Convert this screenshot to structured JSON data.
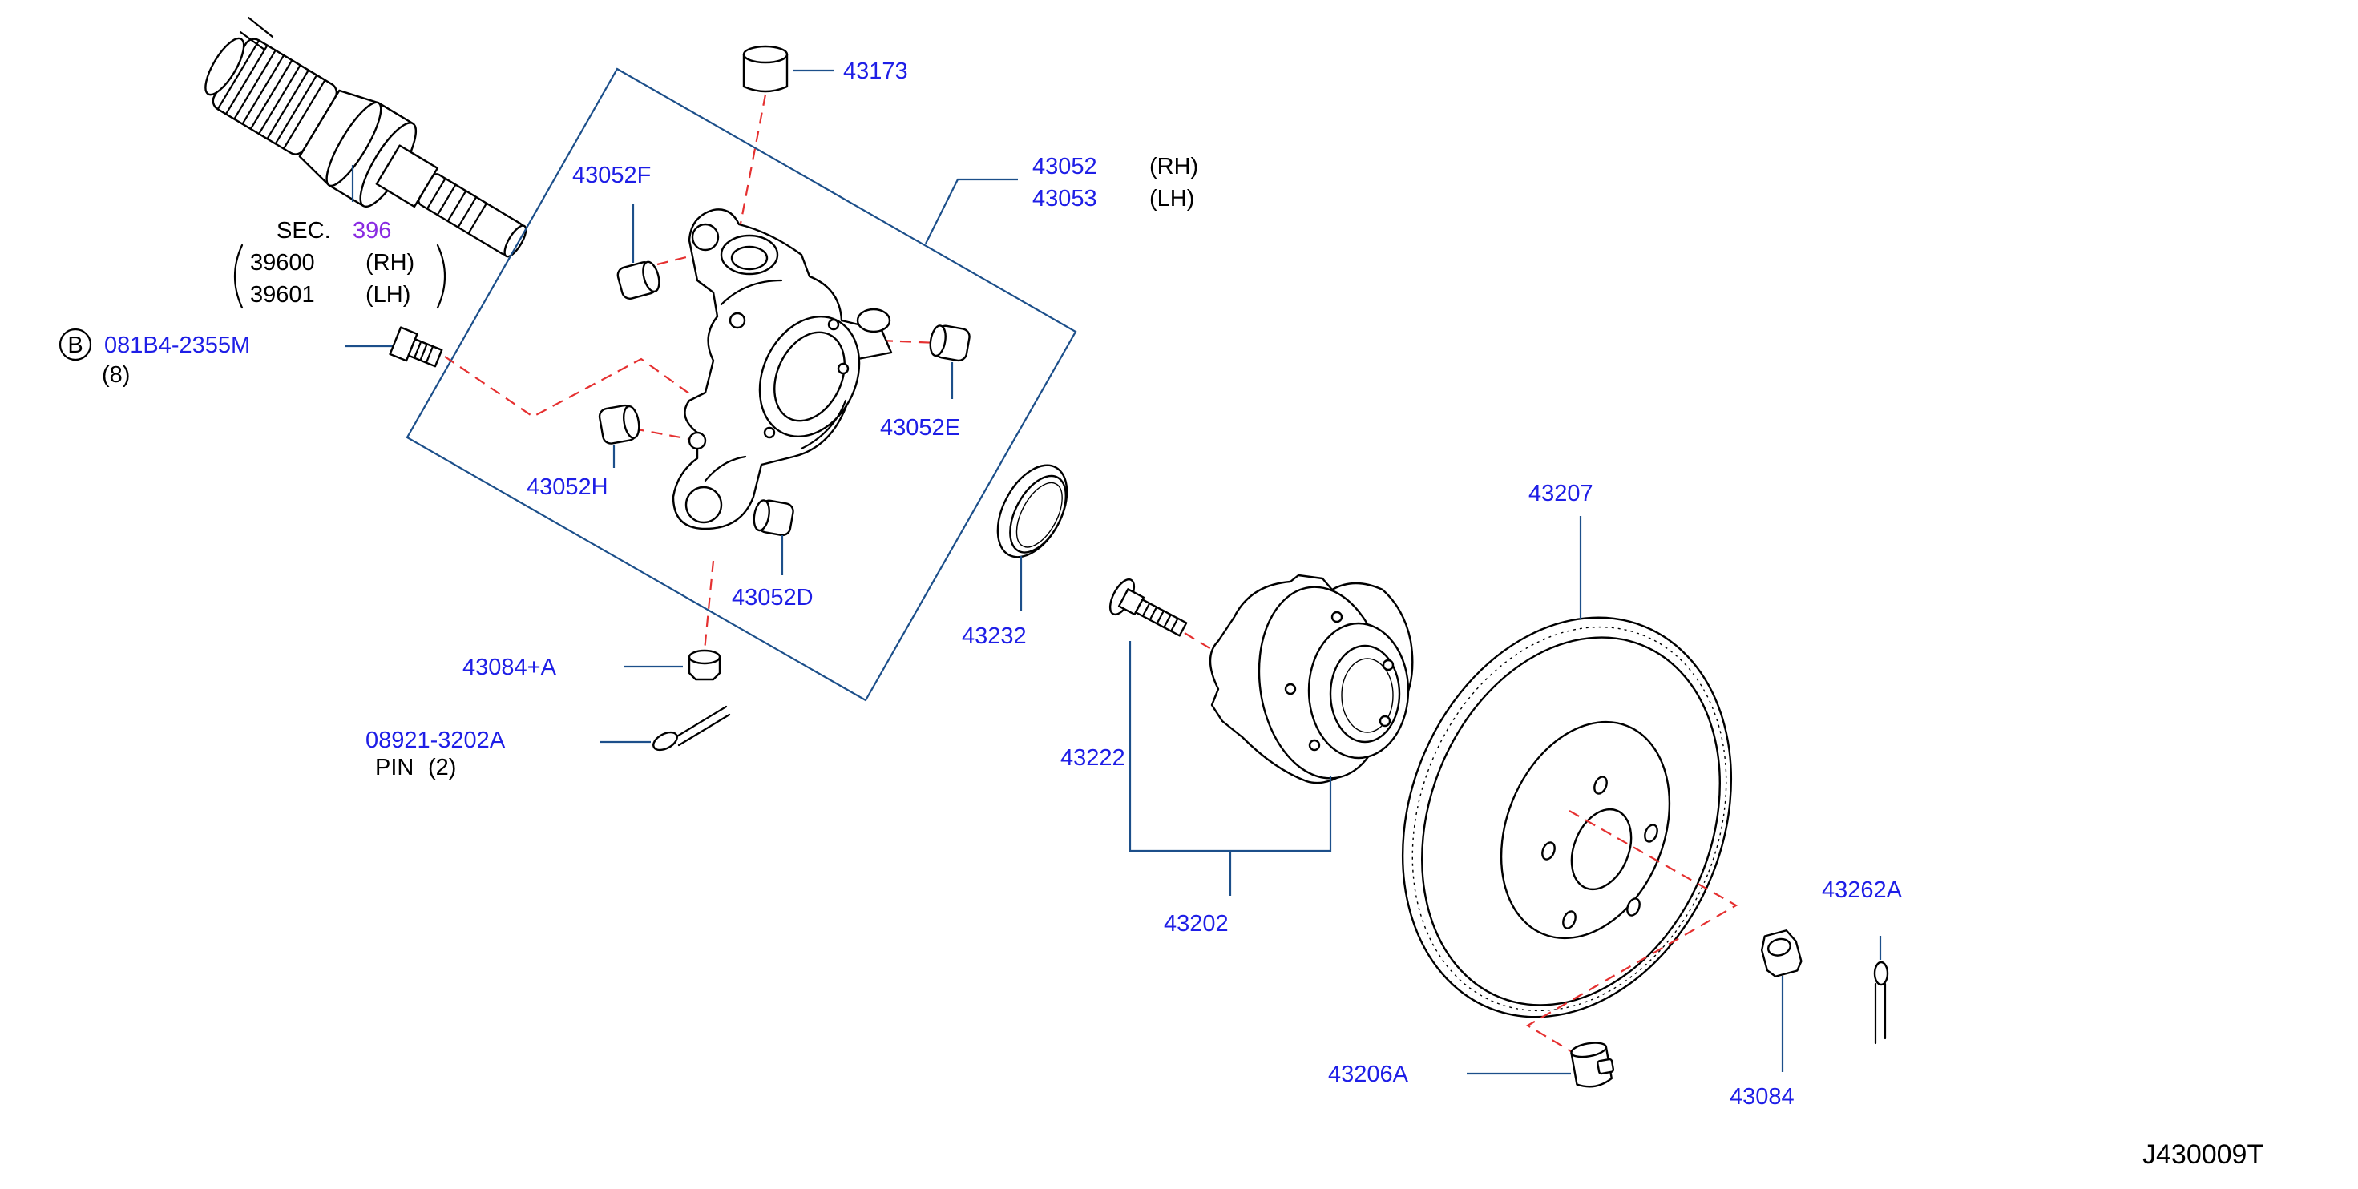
{
  "diagram_id": "J430009T",
  "section_ref": {
    "prefix": "SEC.",
    "number": "396"
  },
  "parts": {
    "driveshaft": [
      {
        "num": "39600",
        "side": "(RH)"
      },
      {
        "num": "39601",
        "side": "(LH)"
      }
    ],
    "knuckle": [
      {
        "num": "43052",
        "side": "(RH)"
      },
      {
        "num": "43053",
        "side": "(LH)"
      }
    ],
    "bolt": {
      "badge": "B",
      "num": "081B4-2355M",
      "qty": "(8)"
    },
    "p43173": "43173",
    "p43052F": "43052F",
    "p43052E": "43052E",
    "p43052H": "43052H",
    "p43052D": "43052D",
    "p43084A": "43084+A",
    "pin": {
      "num": "08921-3202A",
      "name": "PIN",
      "qty": "(2)"
    },
    "p43232": "43232",
    "p43222": "43222",
    "p43202": "43202",
    "p43207": "43207",
    "p43262A": "43262A",
    "p43206A": "43206A",
    "p43084": "43084"
  },
  "colors": {
    "part_number": "#1e1ee6",
    "leader": "#1c4f8a",
    "dash": "#e53030",
    "section": "#8a2be2",
    "drawing": "#000000"
  }
}
